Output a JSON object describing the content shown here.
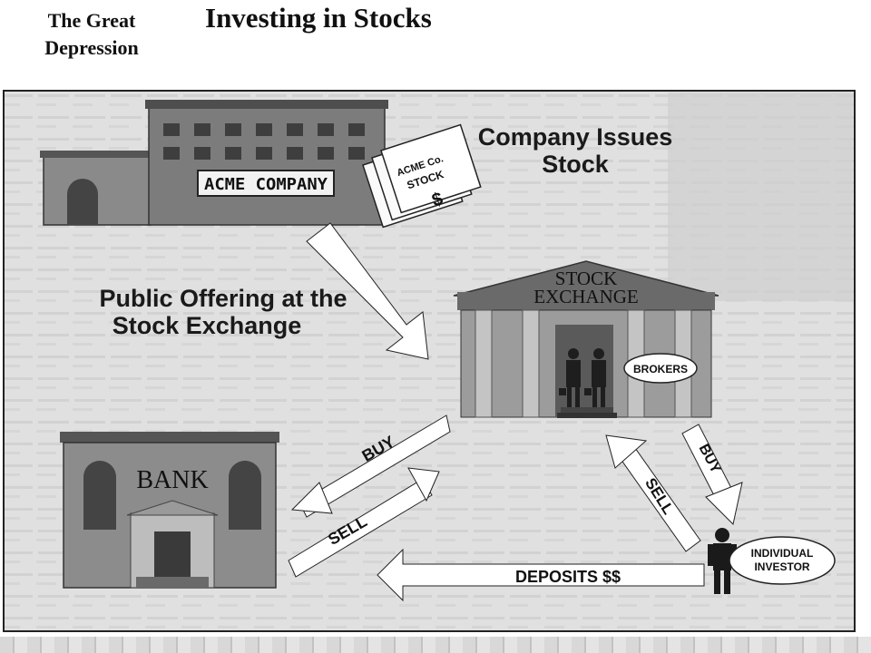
{
  "header": {
    "section_line1": "The Great",
    "section_line2": "Depression",
    "title": "Investing in Stocks"
  },
  "diagram": {
    "company_sign": "ACME COMPANY",
    "stock_cert_line1": "ACME Co.",
    "stock_cert_line2": "STOCK",
    "stock_cert_symbol": "$",
    "issue_caption_line1": "Company Issues",
    "issue_caption_line2": "Stock",
    "offering_caption_line1": "Public Offering at the",
    "offering_caption_line2": "Stock Exchange",
    "exchange_line1": "STOCK",
    "exchange_line2": "EXCHANGE",
    "brokers_label": "BROKERS",
    "bank_label": "BANK",
    "arrow_buy_bank": "BUY",
    "arrow_sell_bank": "SELL",
    "arrow_sell_investor": "SELL",
    "arrow_buy_investor": "BUY",
    "arrow_deposits": "DEPOSITS $$",
    "investor_line1": "INDIVIDUAL",
    "investor_line2": "INVESTOR"
  },
  "colors": {
    "panel_bg": "#e0e0e0",
    "building_dark": "#6e6e6e",
    "building_mid": "#9a9a9a",
    "arrow_fill": "#ffffff",
    "text_dark": "#1a1a1a"
  }
}
